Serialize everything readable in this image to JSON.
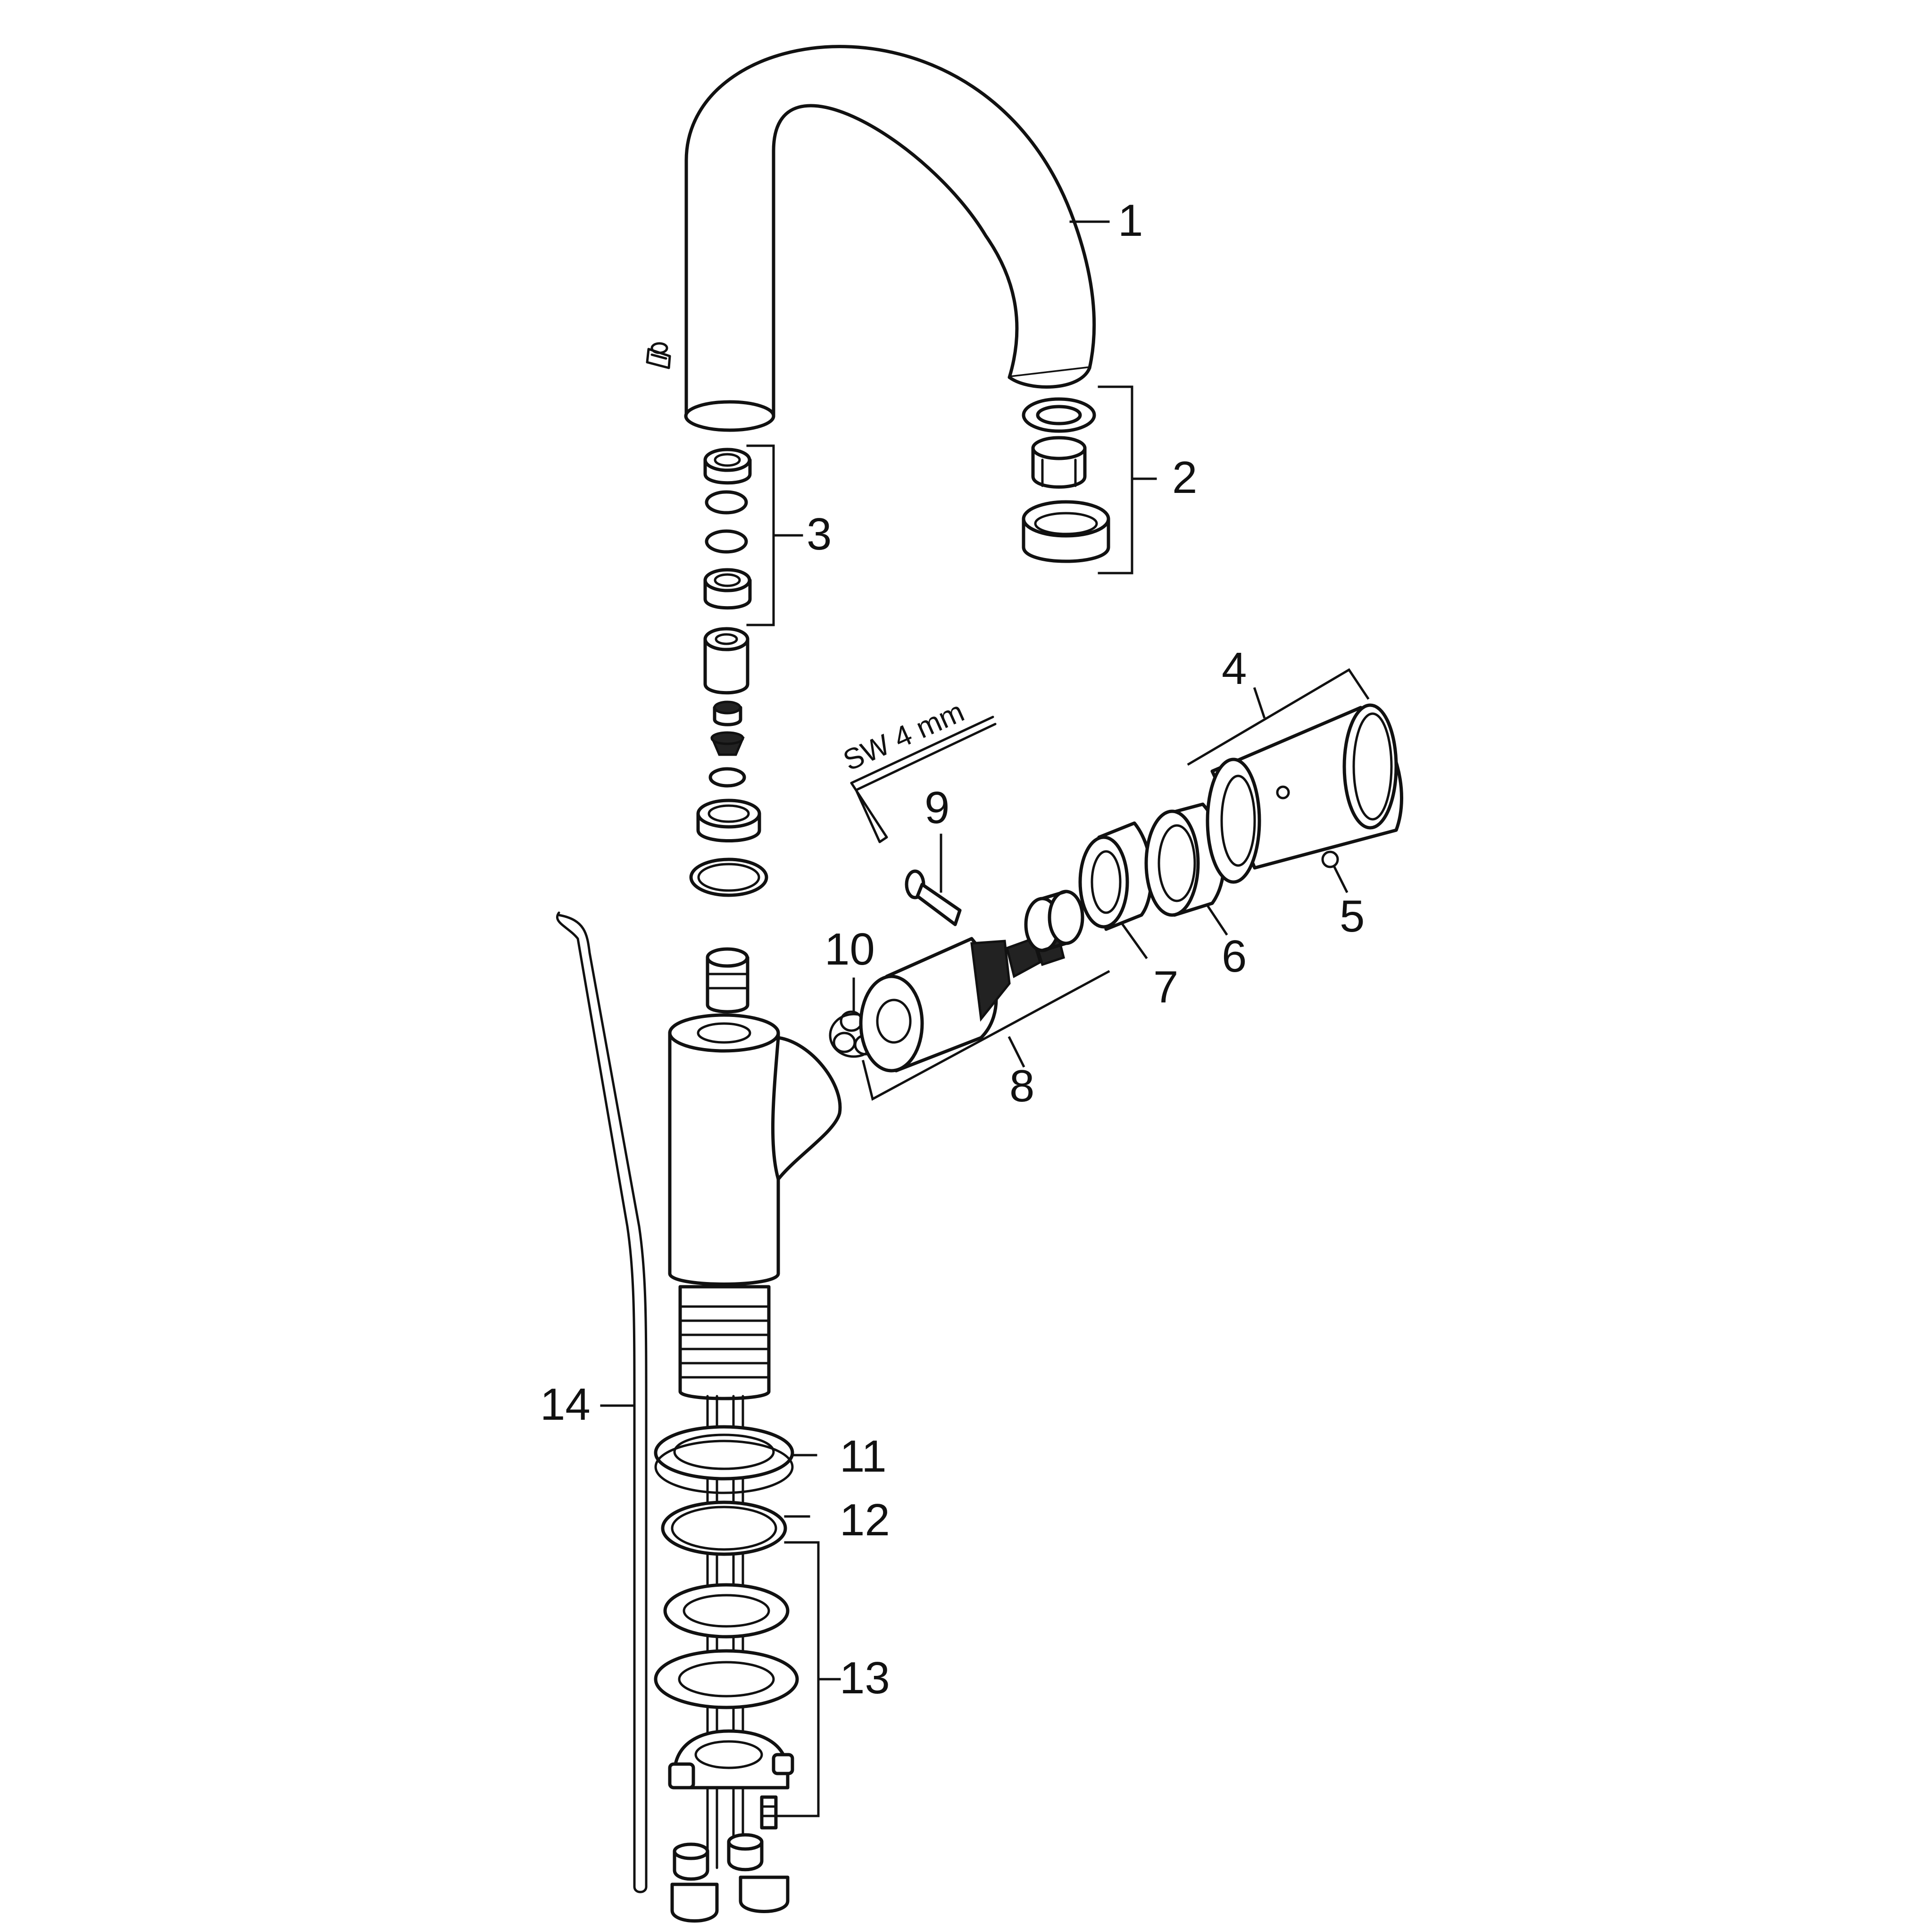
{
  "tool": {
    "label": "SW 4 mm"
  },
  "callouts": [
    {
      "id": "1",
      "text": "1"
    },
    {
      "id": "2",
      "text": "2"
    },
    {
      "id": "3",
      "text": "3"
    },
    {
      "id": "4",
      "text": "4"
    },
    {
      "id": "5",
      "text": "5"
    },
    {
      "id": "6",
      "text": "6"
    },
    {
      "id": "7",
      "text": "7"
    },
    {
      "id": "8",
      "text": "8"
    },
    {
      "id": "9",
      "text": "9"
    },
    {
      "id": "10",
      "text": "10"
    },
    {
      "id": "11",
      "text": "11"
    },
    {
      "id": "12",
      "text": "12"
    },
    {
      "id": "13",
      "text": "13"
    },
    {
      "id": "14",
      "text": "14"
    }
  ]
}
